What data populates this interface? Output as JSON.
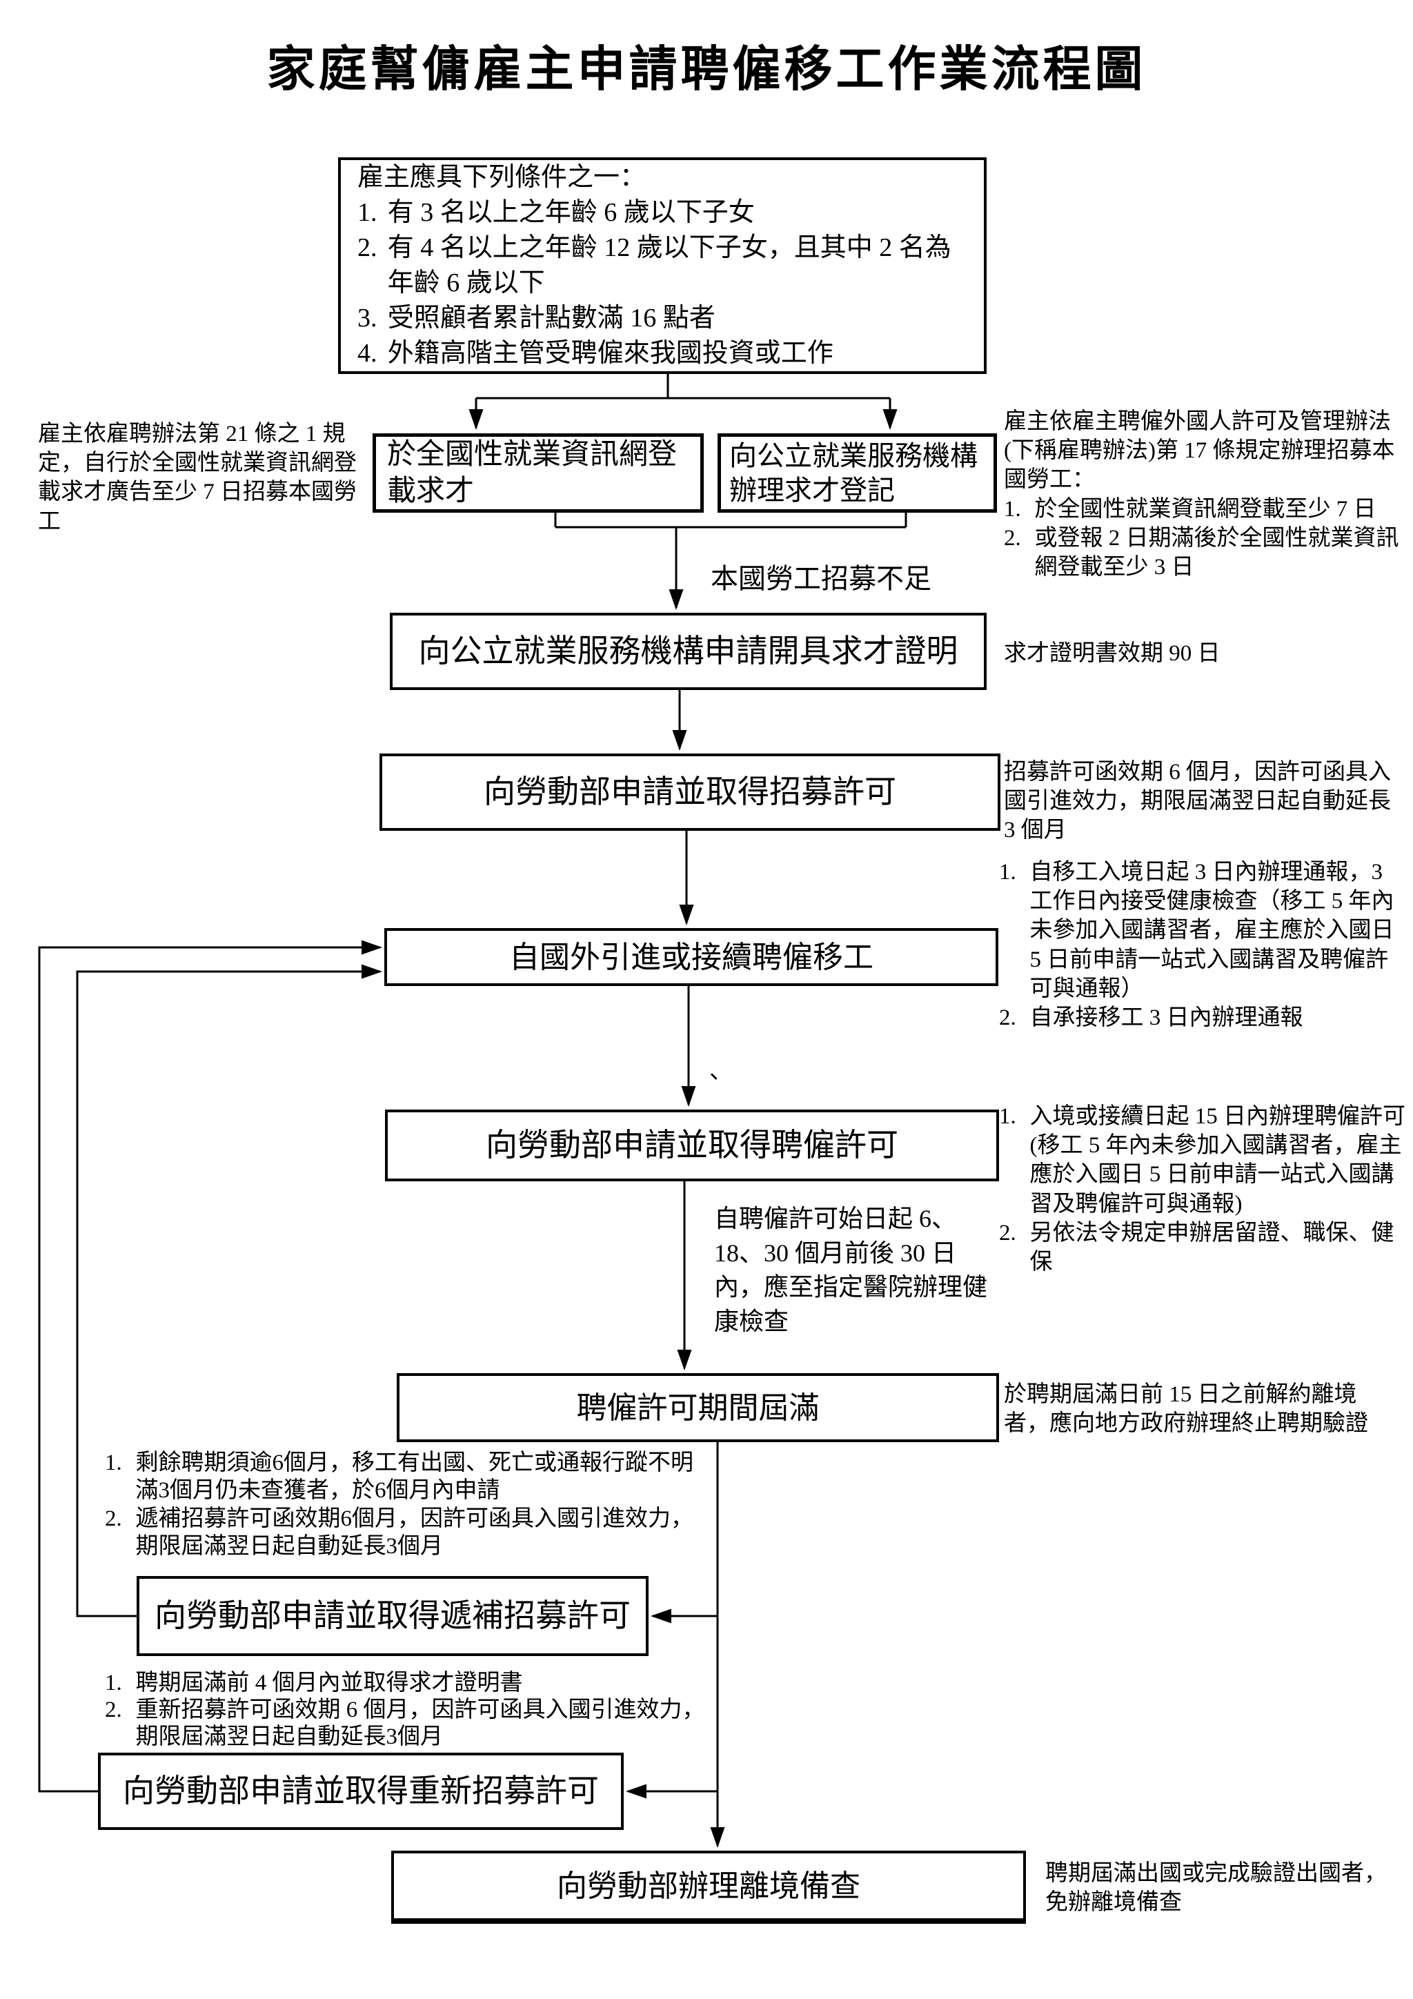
{
  "title": "家庭幫傭雇主申請聘僱移工作業流程圖",
  "boxes": {
    "conditions": {
      "heading": "雇主應具下列條件之一：",
      "items": [
        {
          "n": "1.",
          "t": "有 3 名以上之年齡 6 歲以下子女"
        },
        {
          "n": "2.",
          "t": "有 4 名以上之年齡 12 歲以下子女，且其中 2 名為年齡 6 歲以下"
        },
        {
          "n": "3.",
          "t": "受照顧者累計點數滿 16 點者"
        },
        {
          "n": "4.",
          "t": "外籍高階主管受聘僱來我國投資或工作"
        }
      ]
    },
    "web_post": "於全國性就業資訊網登載求才",
    "pes_register": "向公立就業服務機構辦理求才登記",
    "cert_request": "向公立就業服務機構申請開具求才證明",
    "recruit_permit": "向勞動部申請並取得招募許可",
    "import_worker": "自國外引進或接續聘僱移工",
    "employ_permit": "向勞動部申請並取得聘僱許可",
    "permit_expiry": "聘僱許可期間屆滿",
    "replacement_permit": "向勞動部申請並取得遞補招募許可",
    "rerecruit_permit": "向勞動部申請並取得重新招募許可",
    "departure_filing": "向勞動部辦理離境備查"
  },
  "labels": {
    "insufficient": "本國勞工招募不足",
    "health_check": "自聘僱許可始日起 6、18、30 個月前後 30 日內，應至指定醫院辦理健康檢查",
    "tick": "、"
  },
  "notes": {
    "left_recruit": "雇主依雇聘辦法第 21 條之 1 規定，自行於全國性就業資訊網登載求才廣告至少 7 日招募本國勞工",
    "right_recruit": {
      "heading": "雇主依雇主聘僱外國人許可及管理辦法(下稱雇聘辦法)第 17 條規定辦理招募本國勞工：",
      "items": [
        {
          "n": "1.",
          "t": "於全國性就業資訊網登載至少 7 日"
        },
        {
          "n": "2.",
          "t": "或登報 2 日期滿後於全國性就業資訊網登載至少 3 日"
        }
      ]
    },
    "cert_validity": "求才證明書效期 90 日",
    "recruit_validity": "招募許可函效期 6 個月，因許可函具入國引進效力，期限屆滿翌日起自動延長 3 個月",
    "entry_report": {
      "items": [
        {
          "n": "1.",
          "t": "自移工入境日起 3 日內辦理通報，3 工作日內接受健康檢查（移工 5 年內未參加入國講習者，雇主應於入國日 5 日前申請一站式入國講習及聘僱許可與通報）"
        },
        {
          "n": "2.",
          "t": "自承接移工 3 日內辦理通報"
        }
      ]
    },
    "employ_rules": {
      "items": [
        {
          "n": "1.",
          "t": "入境或接續日起 15 日內辦理聘僱許可(移工 5 年內未參加入國講習者，雇主應於入國日 5 日前申請一站式入國講習及聘僱許可與通報)"
        },
        {
          "n": "2.",
          "t": "另依法令規定申辦居留證、職保、健保"
        }
      ]
    },
    "expiry_note": "於聘期屆滿日前 15 日之前解約離境者，應向地方政府辦理終止聘期驗證",
    "replacement_rules": {
      "items": [
        {
          "n": "1.",
          "t": "剩餘聘期須逾6個月，移工有出國、死亡或通報行蹤不明滿3個月仍未查獲者，於6個月內申請"
        },
        {
          "n": "2.",
          "t": "遞補招募許可函效期6個月，因許可函具入國引進效力，期限屆滿翌日起自動延長3個月"
        }
      ]
    },
    "rerecruit_rules": {
      "items": [
        {
          "n": "1.",
          "t": "聘期屆滿前 4 個月內並取得求才證明書"
        },
        {
          "n": "2.",
          "t": "重新招募許可函效期 6 個月，因許可函具入國引進效力，期限屆滿翌日起自動延長3個月"
        }
      ]
    },
    "departure_note": "聘期屆滿出國或完成驗證出國者，免辦離境備查"
  },
  "colors": {
    "ink": "#000000",
    "background": "#ffffff"
  }
}
